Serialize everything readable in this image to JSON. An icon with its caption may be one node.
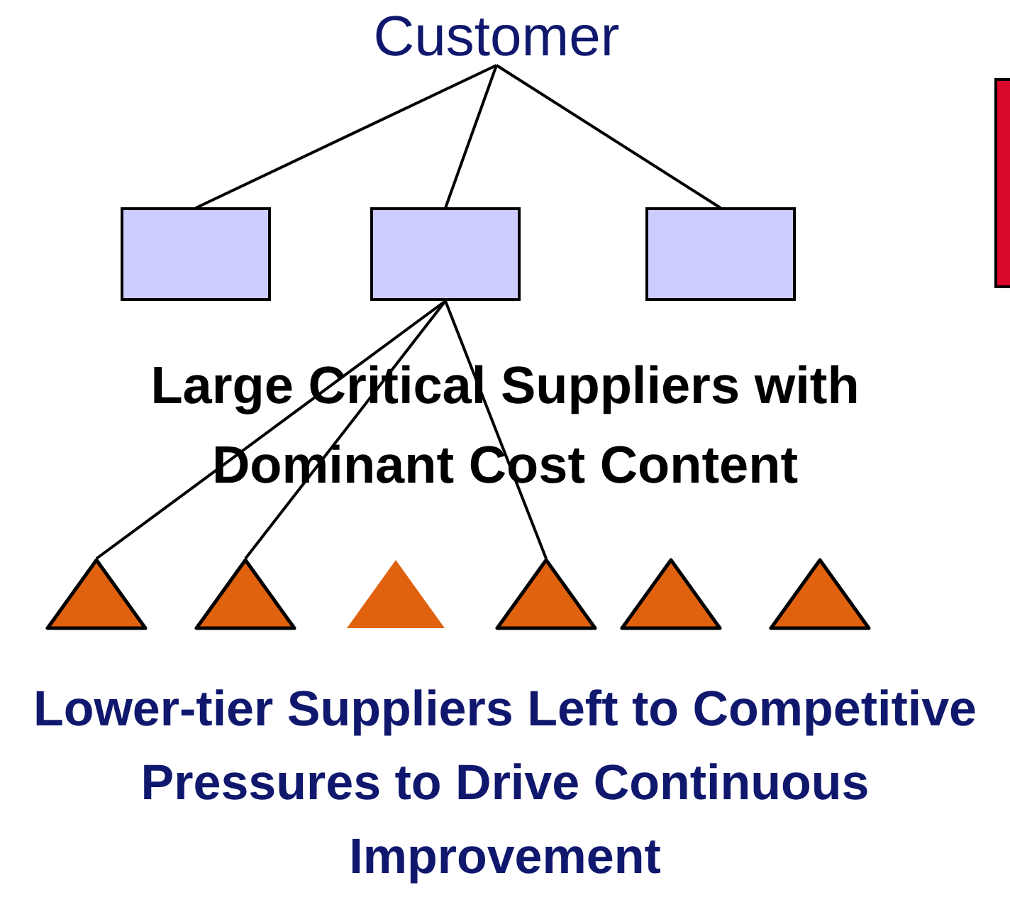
{
  "diagram": {
    "nodes": [
      {
        "text": [
          "Customer"
        ]
      },
      {
        "text": [],
        "shape": "box"
      },
      {
        "text": [],
        "shape": "box"
      },
      {
        "text": [],
        "shape": "box"
      },
      {
        "text": [],
        "shape": "box"
      },
      {
        "text": [],
        "shape": "triangle"
      },
      {
        "text": [],
        "shape": "triangle"
      },
      {
        "text": [],
        "shape": "triangle"
      },
      {
        "text": [],
        "shape": "triangle"
      },
      {
        "text": [],
        "shape": "triangle"
      },
      {
        "text": [],
        "shape": "triangle"
      }
    ],
    "edges": [
      {
        "from": 0,
        "to": 1,
        "arrow": "none"
      },
      {
        "from": 0,
        "to": 2,
        "arrow": "none"
      },
      {
        "from": 0,
        "to": 3,
        "arrow": "none"
      },
      {
        "from": 2,
        "to": 5,
        "arrow": "none"
      },
      {
        "from": 2,
        "to": 6,
        "arrow": "none"
      },
      {
        "from": 2,
        "to": 8,
        "arrow": "none"
      }
    ],
    "labels": [
      "Large Critical Suppliers with Dominant Cost Content",
      "Lower-tier Suppliers Left to Competitive Pressures to Drive Continuous Improvement"
    ]
  }
}
